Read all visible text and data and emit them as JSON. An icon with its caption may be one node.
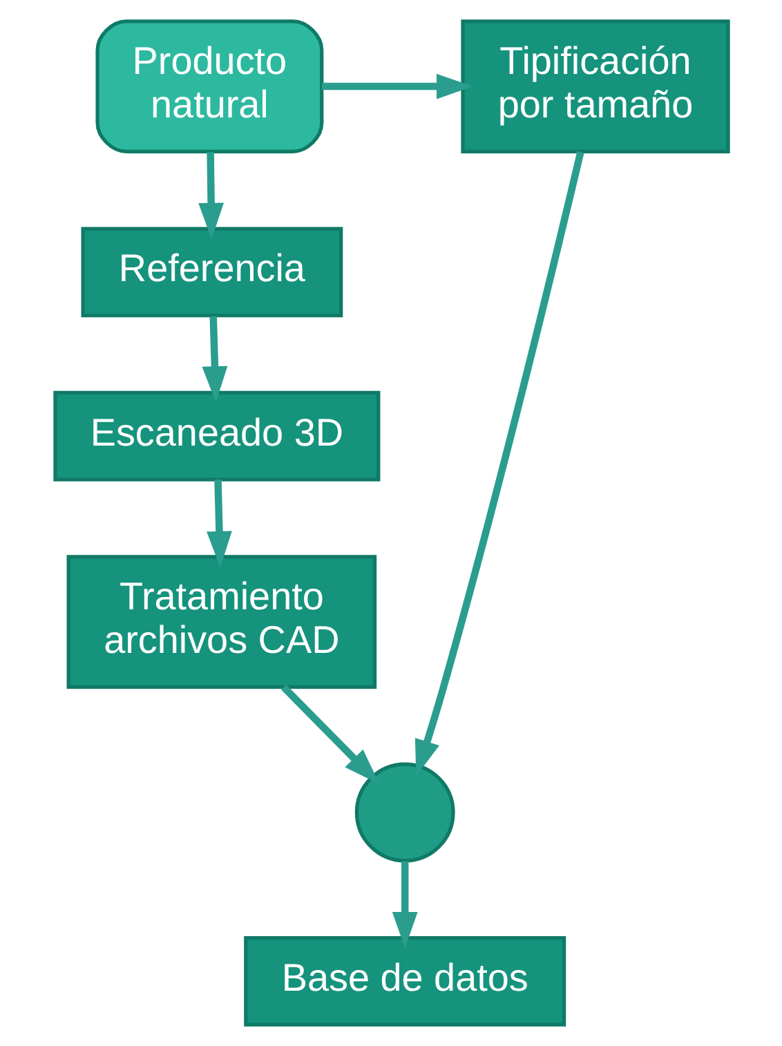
{
  "diagram": {
    "nodes": [
      {
        "text": [
          "Producto natural"
        ]
      },
      {
        "text": [
          "Tipificación por tamaño"
        ]
      },
      {
        "text": [
          "Referencia"
        ]
      },
      {
        "text": [
          "Escaneado 3D"
        ]
      },
      {
        "text": [
          "Tratamiento archivos CAD"
        ]
      },
      {
        "text": [],
        "shape": "circle"
      },
      {
        "text": [
          "Base de datos"
        ]
      }
    ],
    "edges": [
      {
        "from": 0,
        "to": 1,
        "arrow": "to"
      },
      {
        "from": 0,
        "to": 2,
        "arrow": "to"
      },
      {
        "from": 2,
        "to": 3,
        "arrow": "to"
      },
      {
        "from": 3,
        "to": 4,
        "arrow": "to"
      },
      {
        "from": 4,
        "to": 5,
        "arrow": "to"
      },
      {
        "from": 1,
        "to": 5,
        "arrow": "to"
      },
      {
        "from": 5,
        "to": 6,
        "arrow": "to"
      }
    ]
  }
}
